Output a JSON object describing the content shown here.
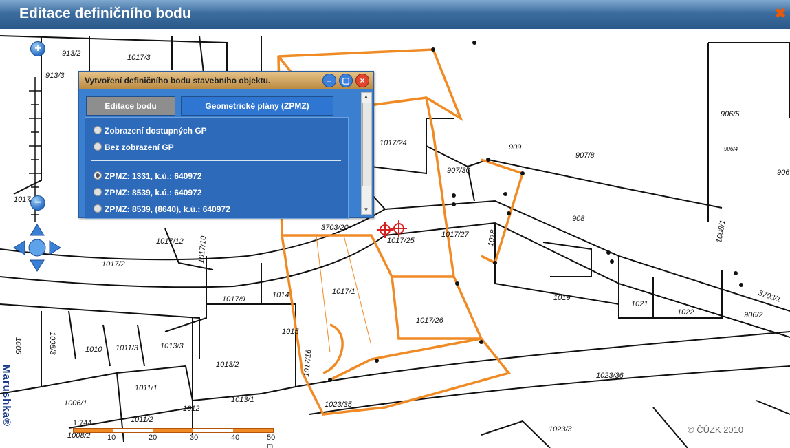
{
  "window": {
    "title": "Editace definičního bodu",
    "close_icon": "close-icon"
  },
  "dialog": {
    "title": "Vytvoření definičního bodu stavebního objektu.",
    "tabs": [
      {
        "label": "Editace bodu",
        "active": false
      },
      {
        "label": "Geometrické plány (ZPMZ)",
        "active": true
      }
    ],
    "options": [
      {
        "label": "Zobrazení dostupných GP",
        "checked": false
      },
      {
        "label": "Bez zobrazení GP",
        "checked": false
      }
    ],
    "plans": [
      {
        "label": "ZPMZ: 1331, k.ú.: 640972",
        "checked": true
      },
      {
        "label": "ZPMZ: 8539, k.ú.: 640972",
        "checked": false
      },
      {
        "label": "ZPMZ: 8539, (8640), k.ú.: 640972",
        "checked": false
      }
    ]
  },
  "map": {
    "parcels": [
      "913/2",
      "913/3",
      "1017/3",
      "1017/24",
      "907/30",
      "909",
      "907/8",
      "906/5",
      "906",
      "908",
      "1017/27",
      "1018",
      "1017/25",
      "3703/20",
      "1017/12",
      "1017/10",
      "1017/2",
      "1017/9",
      "1014",
      "1017/1",
      "1015",
      "1017/26",
      "1019",
      "1021",
      "1022",
      "906/2",
      "3703/1",
      "906/4",
      "1005",
      "1008/3",
      "1010",
      "1011/3",
      "1013/3",
      "1013/2",
      "1011/1",
      "1006/1",
      "1012",
      "1013/1",
      "1011/2",
      "1008/2",
      "1017/16",
      "1023/35",
      "1023/36",
      "1023/3",
      "1017",
      "1008/1"
    ],
    "copyright": "© ČÚZK 2010",
    "brand": "Marushka®",
    "scale_label": "1:744",
    "scale_ticks": [
      "10",
      "20",
      "30",
      "40",
      "50 m"
    ]
  },
  "controls": {
    "zoom_in": "+",
    "zoom_out": "−"
  },
  "colors": {
    "accent": "#f08a24",
    "title_bar": "#3d6d9f",
    "dialog": "#3b7fd0"
  }
}
